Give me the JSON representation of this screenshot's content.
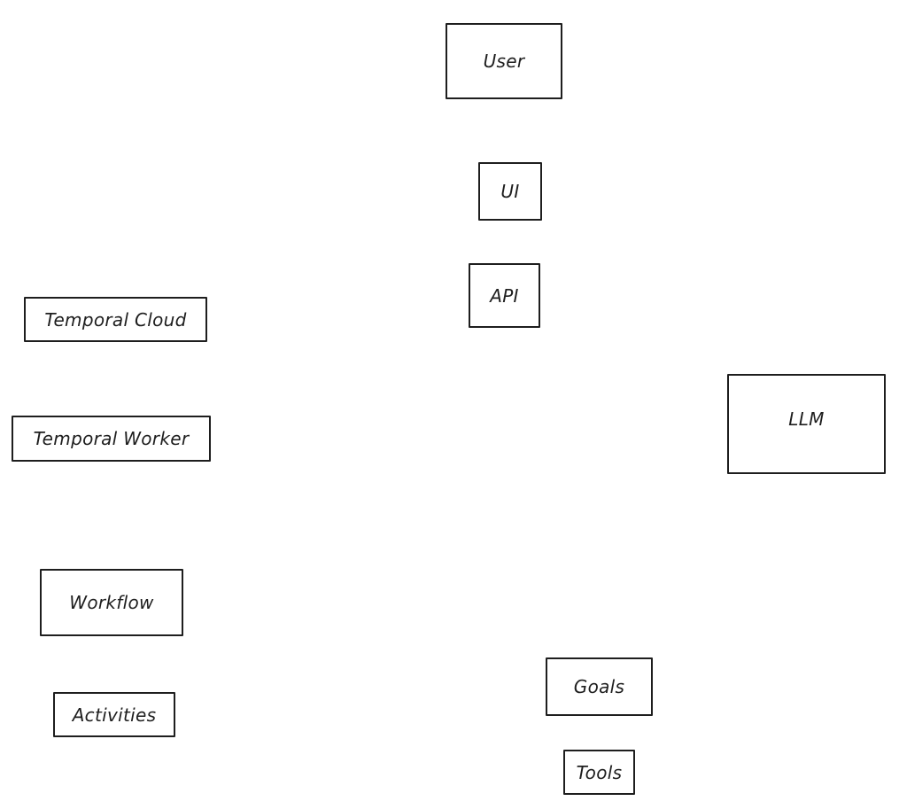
{
  "nodes": {
    "user": "User",
    "ui": "UI",
    "api": "API",
    "temporal_cloud": "Temporal Cloud",
    "temporal_worker": "Temporal Worker",
    "llm": "LLM",
    "workflow": "Workflow",
    "activities": "Activities",
    "goals": "Goals",
    "tools": "Tools"
  }
}
